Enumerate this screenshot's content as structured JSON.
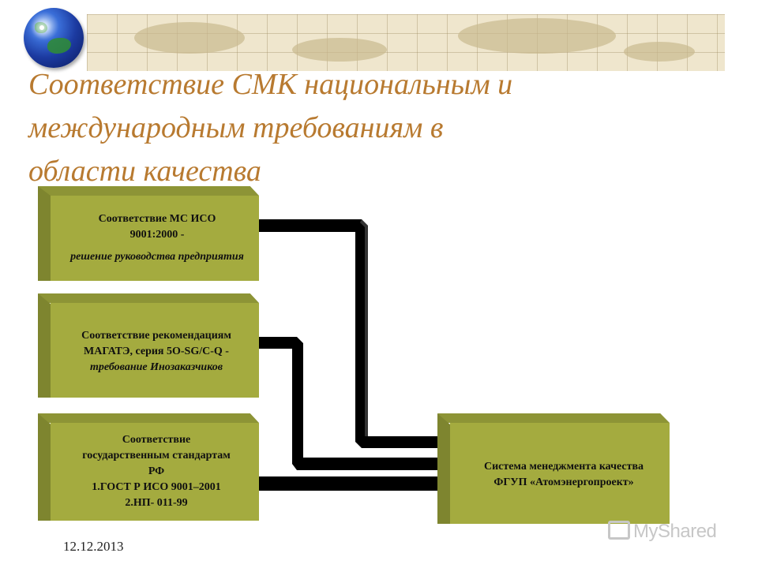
{
  "title": "Соответствие СМК национальным и\nмеждународным требованиям в\nобласти качества",
  "boxes": [
    {
      "line1": "Соответствие МС ИСО 9001:2000 -",
      "line2": "решение руководства предприятия"
    },
    {
      "line1": "Соответствие рекомендациям МАГАТЭ, серия 5O-SG/C-Q  -",
      "line2": "требование Инозаказчиков"
    },
    {
      "line1": "Соответствие государственным стандартам РФ",
      "line2": "1.ГОСТ Р ИСО 9001–2001",
      "line3": "2.НП- 011-99"
    }
  ],
  "target": {
    "text": "Система менеджмента качества ФГУП «Атомэнергопроект»"
  },
  "date": "12.12.2013",
  "watermark": "MyShared",
  "colors": {
    "title": "#b87a30",
    "box": "#a4ab3f",
    "arrow": "#000000",
    "banner": "#efe6cd"
  }
}
